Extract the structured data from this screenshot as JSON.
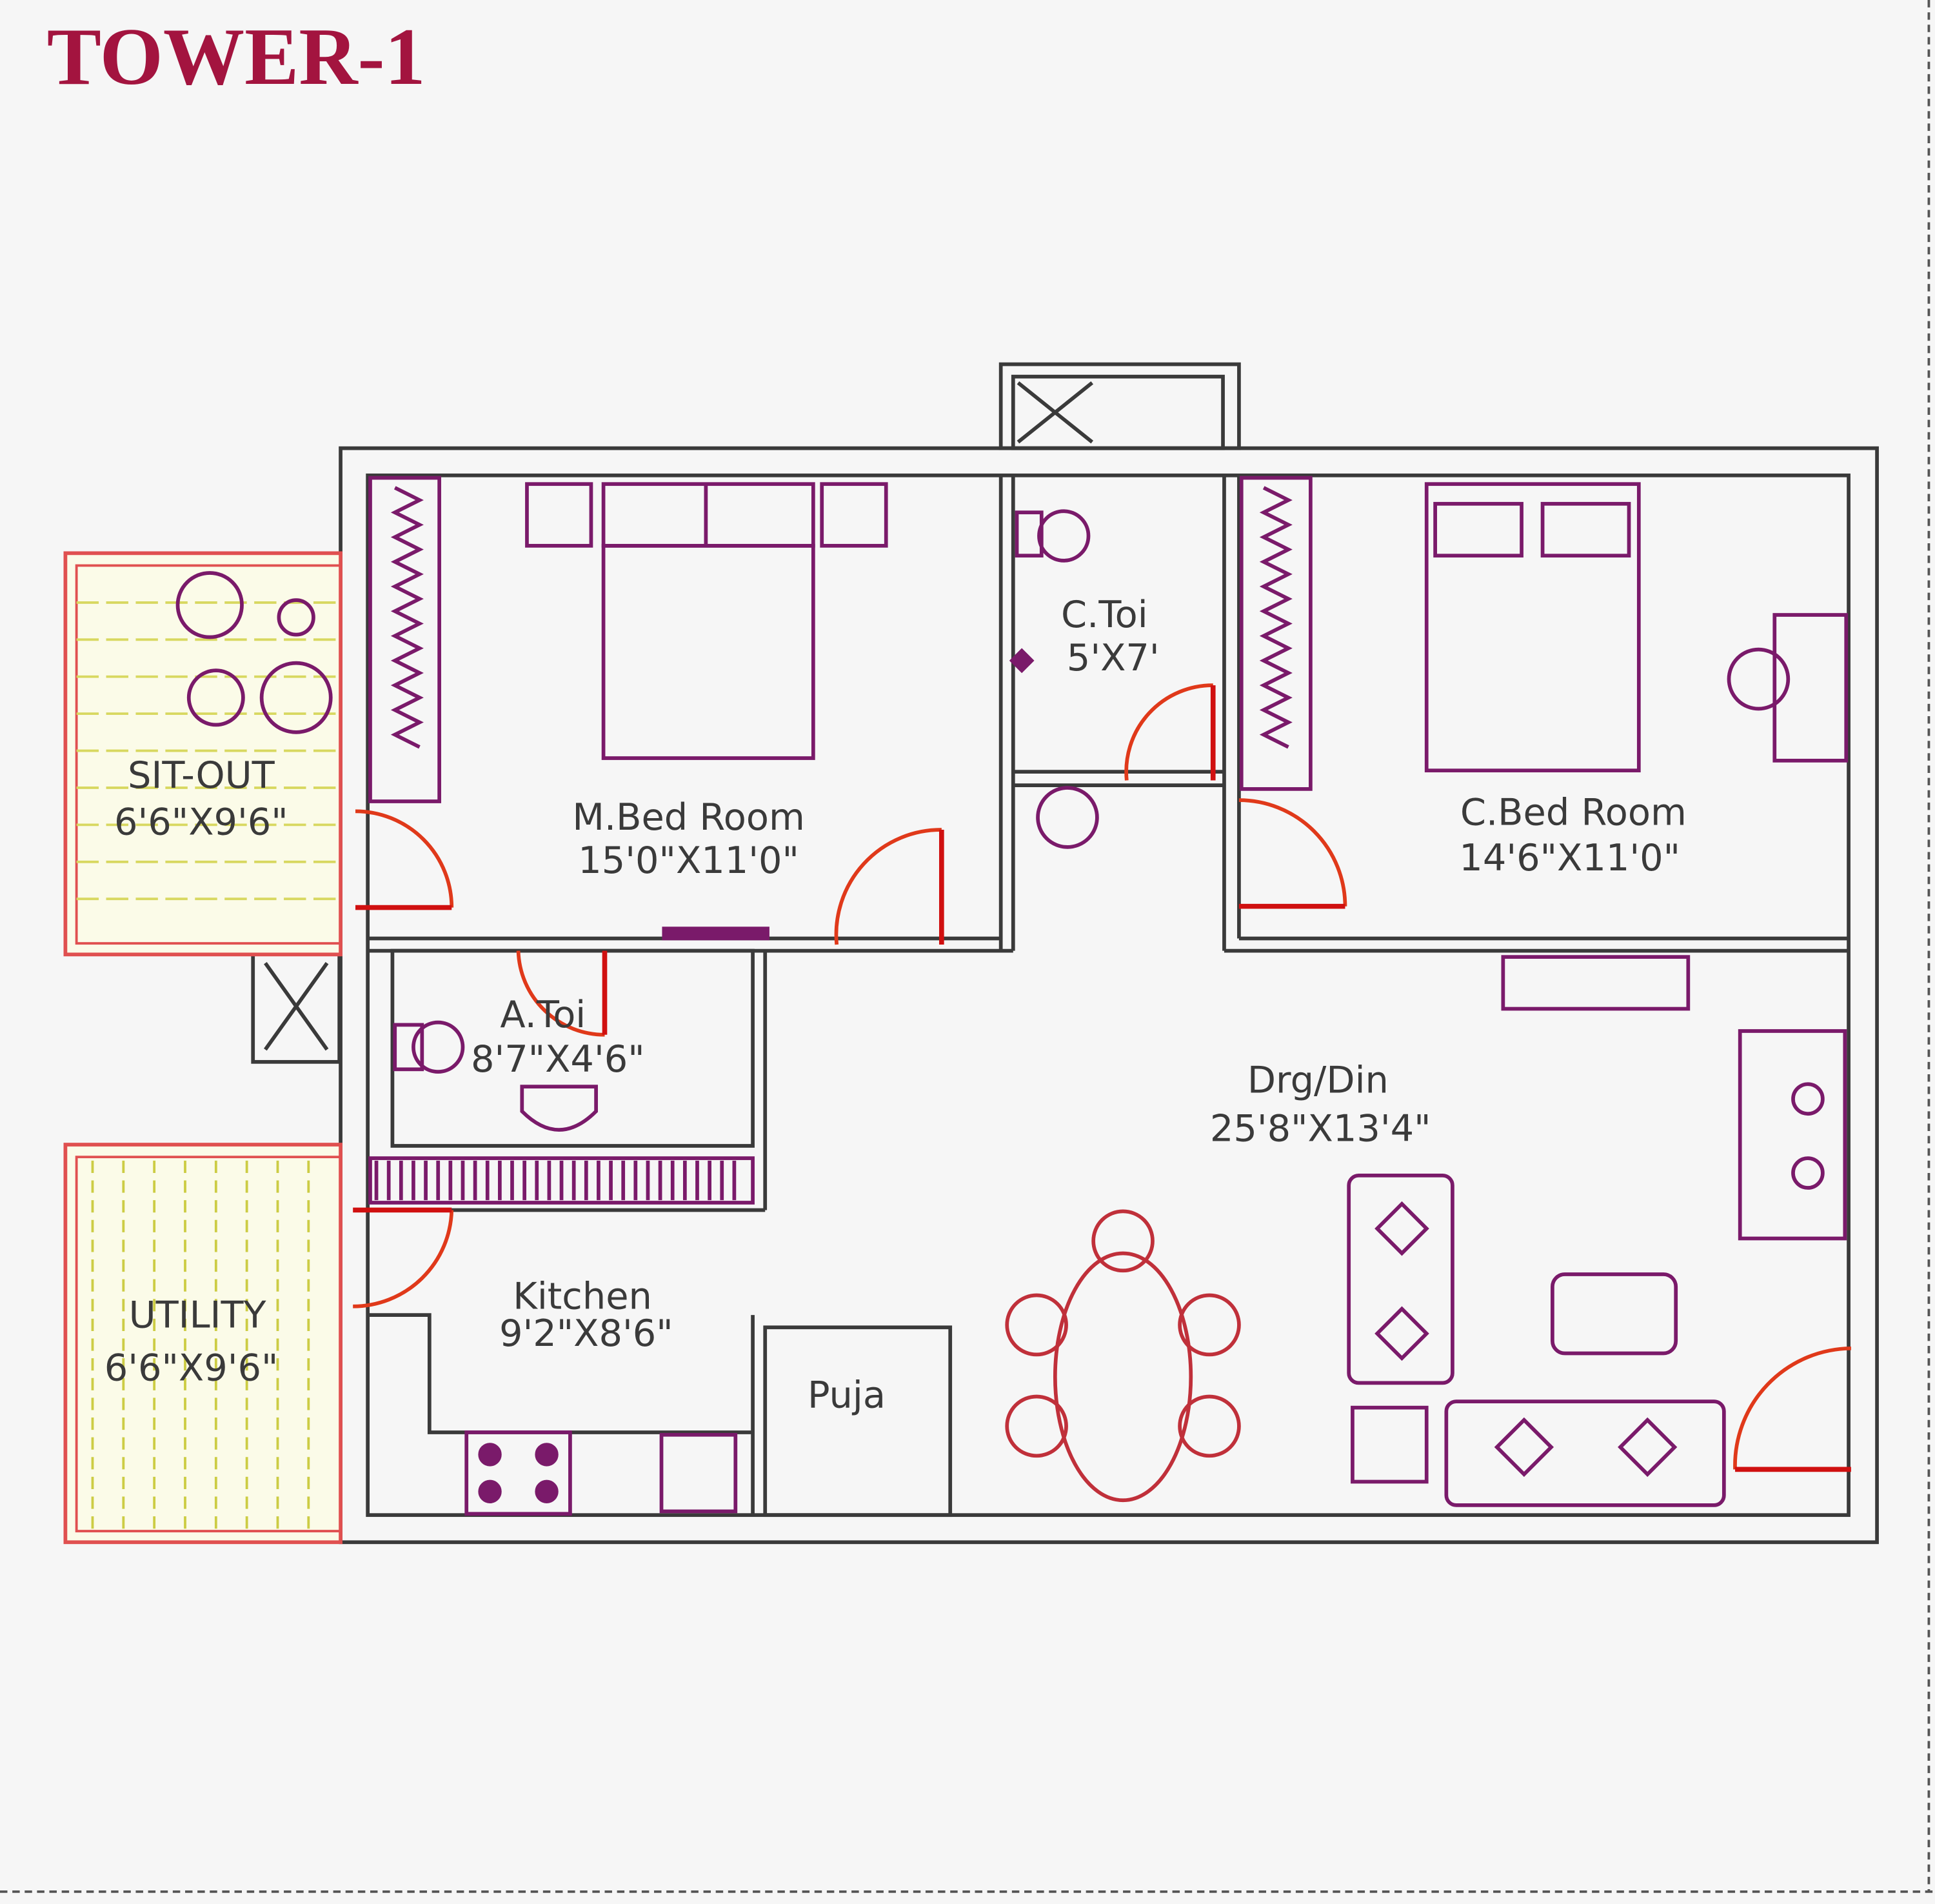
{
  "title": "TOWER-1",
  "rooms": {
    "sit_out": {
      "name": "SIT-OUT",
      "size": "6'6\"X9'6\""
    },
    "utility": {
      "name": "UTILITY",
      "size": "6'6\"X9'6\""
    },
    "master_bed": {
      "name": "M.Bed Room",
      "size": "15'0\"X11'0\""
    },
    "common_toilet": {
      "name": "C.Toi",
      "size": "5'X7'"
    },
    "child_bed": {
      "name": "C.Bed Room",
      "size": "14'6\"X11'0\""
    },
    "attached_toilet": {
      "name": "A.Toi",
      "size": "8'7\"X4'6\""
    },
    "drawing_dining": {
      "name": "Drg/Din",
      "size": "25'8\"X13'4\""
    },
    "kitchen": {
      "name": "Kitchen",
      "size": "9'2\"X8'6\""
    },
    "puja": {
      "name": "Puja"
    }
  },
  "colors": {
    "title": "#a3143f",
    "walls": "#3a3a3a",
    "furniture": "#7a1a6a",
    "doors": "#e0391a"
  }
}
